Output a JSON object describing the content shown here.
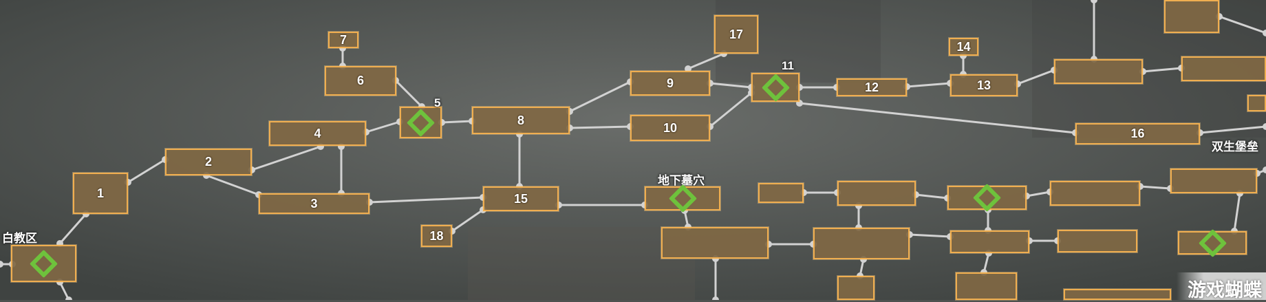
{
  "map": {
    "areas": {
      "baijiao": "白教区",
      "dixia_muxue": "地下墓穴",
      "shuangsheng": "双生堡垒"
    },
    "rooms": {
      "r1": "1",
      "r2": "2",
      "r3": "3",
      "r4": "4",
      "r5": "5",
      "r6": "6",
      "r7": "7",
      "r8": "8",
      "r9": "9",
      "r10": "10",
      "r11": "11",
      "r12": "12",
      "r13": "13",
      "r14": "14",
      "r15": "15",
      "r16": "16",
      "r17": "17",
      "r18": "18"
    },
    "icons": {
      "save_point": "green-diamond-save-icon"
    },
    "colors": {
      "room_fill": "#806844",
      "room_border": "#f0ae50",
      "connector": "#d2d2d2",
      "save_point": "#6ec23c"
    }
  },
  "watermark": {
    "text": "游戏蝴蝶"
  }
}
